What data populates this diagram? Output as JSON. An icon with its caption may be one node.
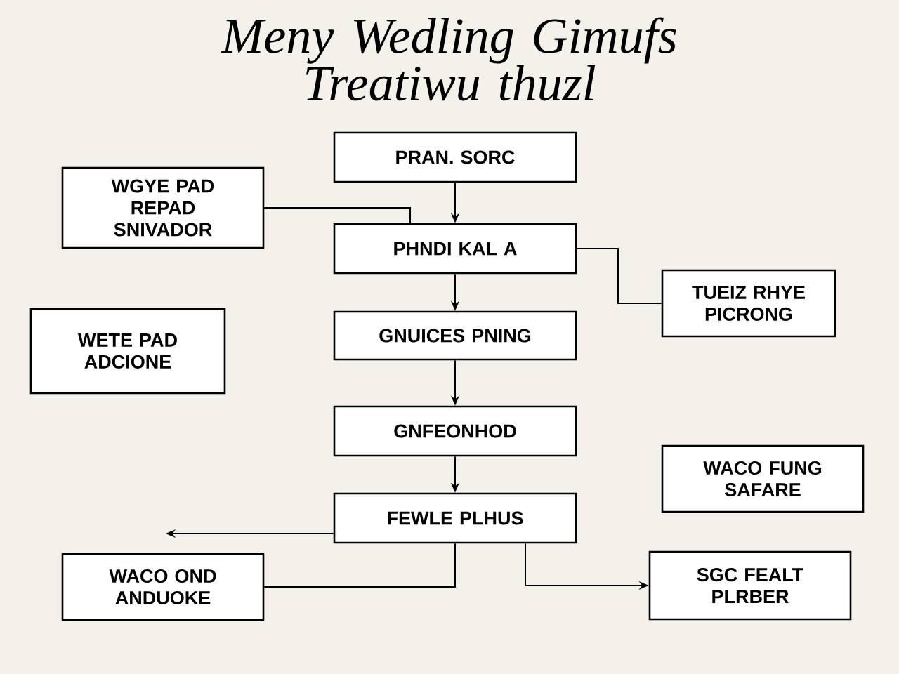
{
  "diagram": {
    "title": "Meny Wedling Gimufs Treatiwu thuzl",
    "nodes": [
      {
        "text": [
          "PRAN. SORC"
        ]
      },
      {
        "text": [
          "WGYE PAD REPAD SNIVADOR"
        ]
      },
      {
        "text": [
          "PHNDI KAL A"
        ]
      },
      {
        "text": [
          "TUEIZ RHYE PICRONG"
        ]
      },
      {
        "text": [
          "WETE PAD ADCIONE"
        ]
      },
      {
        "text": [
          "GNUICES PNING"
        ]
      },
      {
        "text": [
          "GNFEONHOD"
        ]
      },
      {
        "text": [
          "WACO FUNG SAFARE"
        ]
      },
      {
        "text": [
          "FEWLE PLHUS"
        ]
      },
      {
        "text": [
          "WACO OND ANDUOKE"
        ]
      },
      {
        "text": [
          "SGC FEALT PLRBER"
        ]
      }
    ],
    "edges": [
      {
        "from": 0,
        "to": 2,
        "arrow": "to"
      },
      {
        "from": 1,
        "to": 2,
        "arrow": "none"
      },
      {
        "from": 2,
        "to": 3,
        "arrow": "none"
      },
      {
        "from": 2,
        "to": 5,
        "arrow": "to"
      },
      {
        "from": 5,
        "to": 6,
        "arrow": "to"
      },
      {
        "from": 6,
        "to": 8,
        "arrow": "to"
      },
      {
        "from": 8,
        "to": null,
        "arrow": "to"
      },
      {
        "from": 8,
        "to": 9,
        "arrow": "none"
      },
      {
        "from": 8,
        "to": 10,
        "arrow": "to"
      }
    ]
  }
}
